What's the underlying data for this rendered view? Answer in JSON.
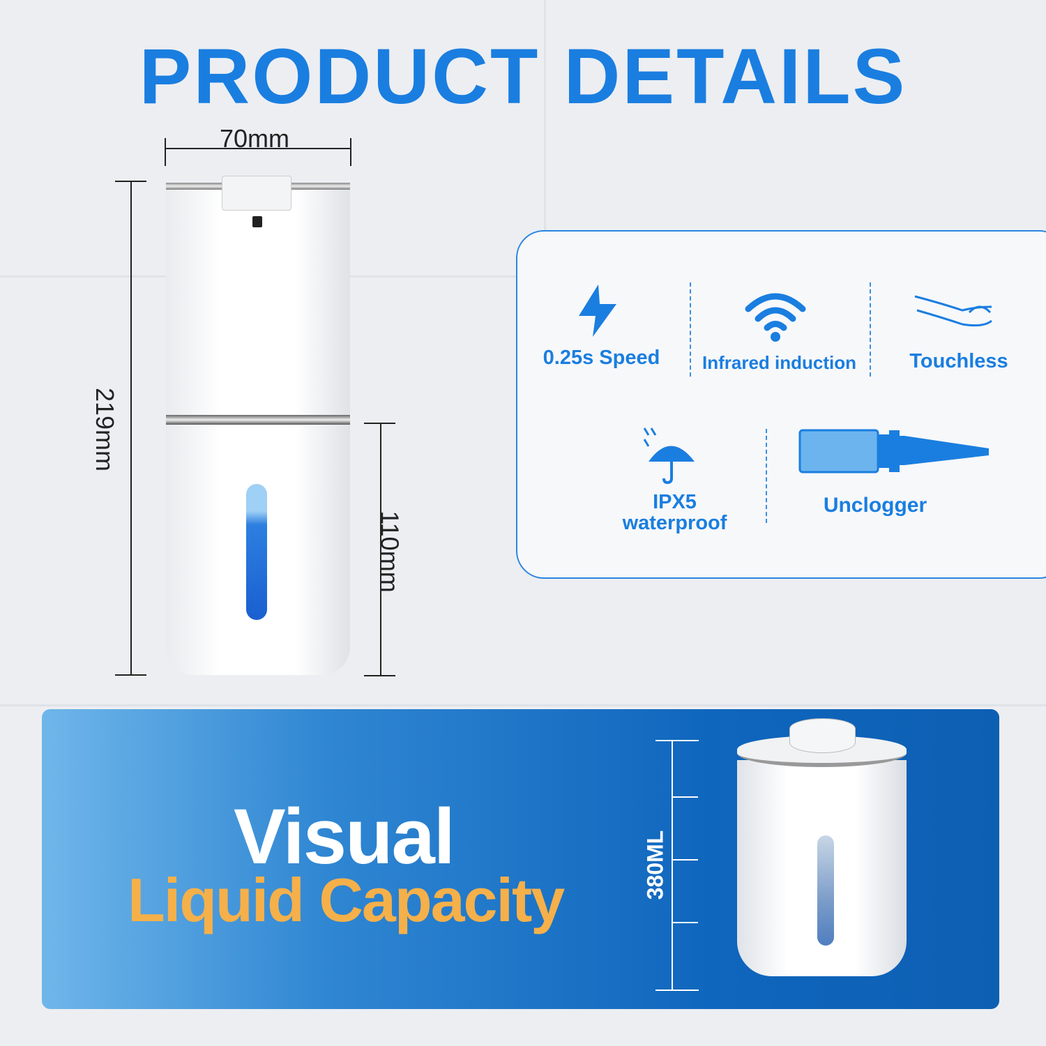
{
  "title": "PRODUCT DETAILS",
  "dimensions": {
    "width": "70mm",
    "height": "219mm",
    "lower_height": "110mm",
    "capacity": "380ML"
  },
  "features": [
    {
      "label": "0.25s Speed",
      "icon": "lightning-icon"
    },
    {
      "label": "Infrared induction",
      "icon": "wifi-signal-icon"
    },
    {
      "label": "Touchless",
      "icon": "hand-icon"
    },
    {
      "label": "IPX5 waterproof",
      "icon": "umbrella-rain-icon"
    },
    {
      "label": "Unclogger",
      "icon": "nozzle-bottle-icon"
    }
  ],
  "banner": {
    "line1": "Visual",
    "line2": "Liquid Capacity"
  },
  "colors": {
    "accent": "#1a7ee0",
    "orange": "#f5b04a"
  }
}
